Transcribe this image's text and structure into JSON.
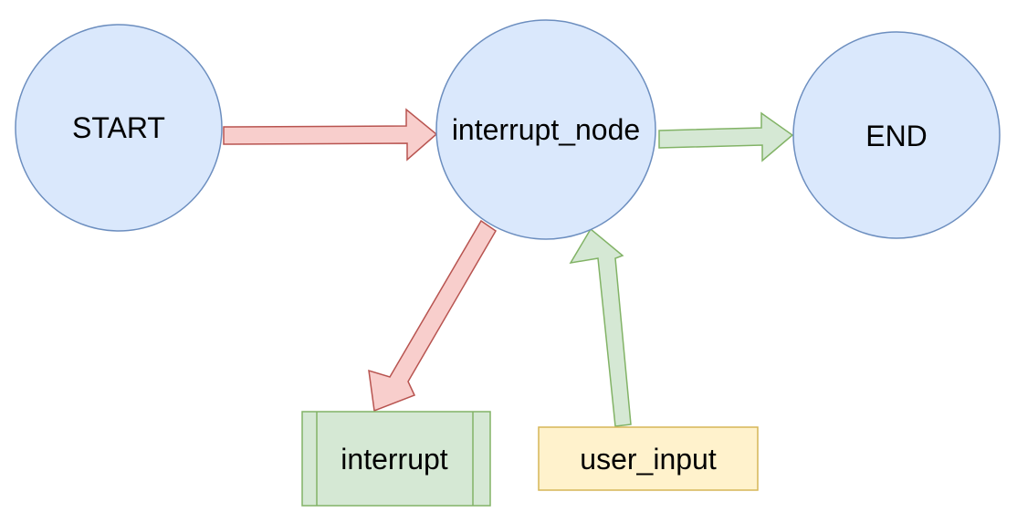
{
  "nodes": {
    "start": {
      "label": "START"
    },
    "interrupt_node": {
      "label": "interrupt_node"
    },
    "end": {
      "label": "END"
    },
    "interrupt": {
      "label": "interrupt"
    },
    "user_input": {
      "label": "user_input"
    }
  },
  "colors": {
    "node_fill": "#dae8fc",
    "node_stroke": "#6c8ebf",
    "red_fill": "#f8cecc",
    "red_stroke": "#b85450",
    "green_fill": "#d5e8d4",
    "green_stroke": "#82b366",
    "yellow_fill": "#fff2cc",
    "yellow_stroke": "#d6b656"
  }
}
